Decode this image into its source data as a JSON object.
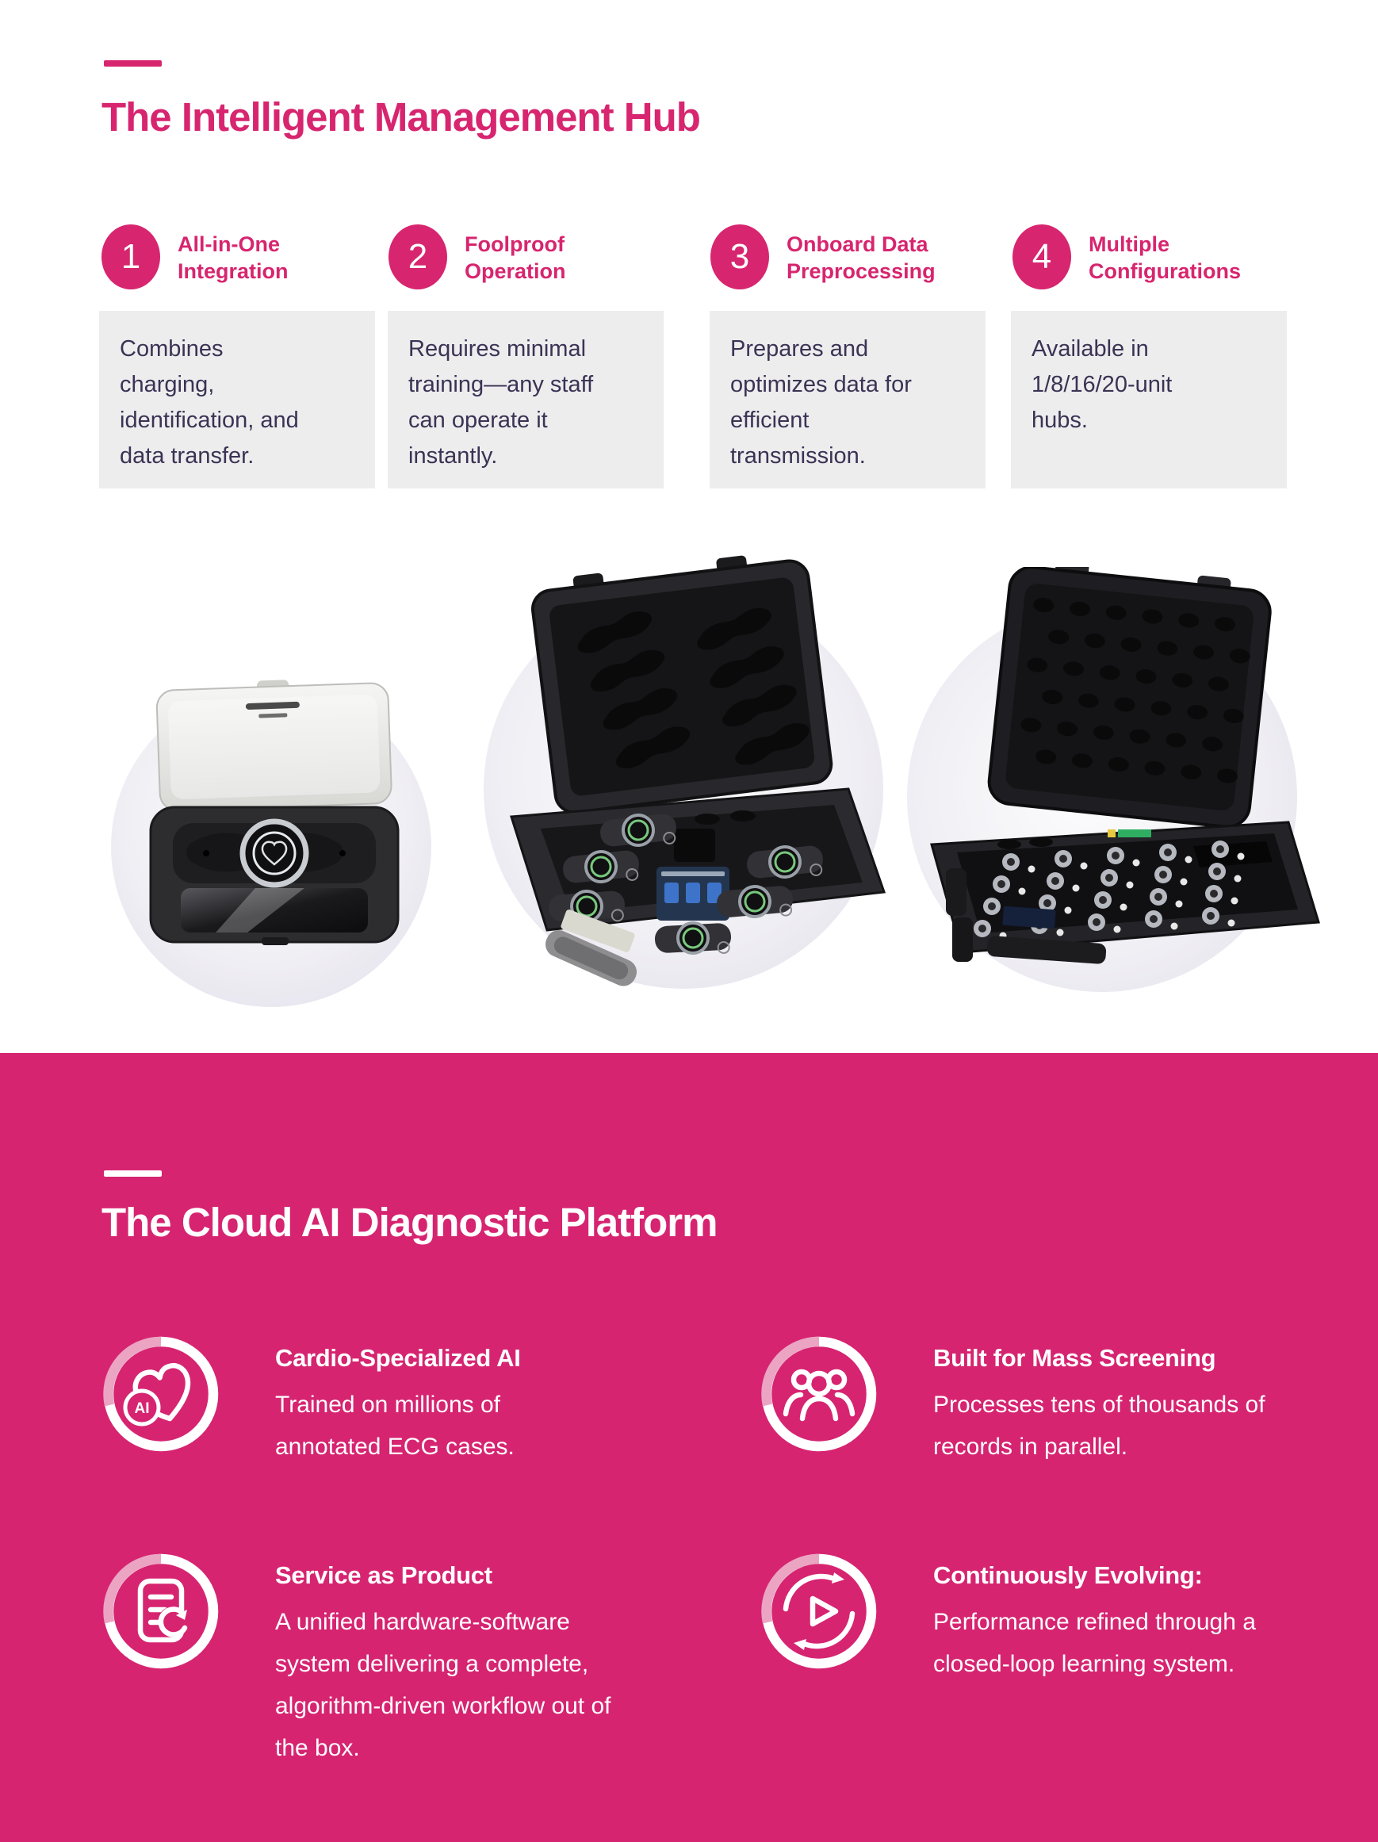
{
  "colors": {
    "brand_pink": "#D7256F",
    "section_pink_bg": "#D62471",
    "card_gray": "#EDEDEE",
    "body_text_dark": "#3B3354",
    "white": "#FFFFFF"
  },
  "hub_section": {
    "title": "The Intelligent Management Hub",
    "features": [
      {
        "number": "1",
        "title_line1": "All-in-One",
        "title_line2": "Integration",
        "description": "Combines charging, identification, and data transfer."
      },
      {
        "number": "2",
        "title_line1": "Foolproof",
        "title_line2": "Operation",
        "description": "Requires minimal training—any staff can operate it instantly."
      },
      {
        "number": "3",
        "title_line1": "Onboard Data",
        "title_line2": "Preprocessing",
        "description": "Prepares and optimizes data for efficient transmission."
      },
      {
        "number": "4",
        "title_line1": "Multiple",
        "title_line2": "Configurations",
        "description": "Available in 1/8/16/20-unit hubs."
      }
    ]
  },
  "cloud_section": {
    "title": "The Cloud AI Diagnostic Platform",
    "features": [
      {
        "icon": "cardio-ai-icon",
        "title": "Cardio-Specialized AI",
        "description": "Trained on millions of annotated ECG cases."
      },
      {
        "icon": "mass-screening-icon",
        "title": "Built for Mass Screening",
        "description": "Processes tens of thousands of records in parallel."
      },
      {
        "icon": "service-as-product-icon",
        "title": "Service as Product",
        "description": "A unified hardware-software system delivering a complete, algorithm-driven workflow out of the box."
      },
      {
        "icon": "continuously-evolving-icon",
        "title": "Continuously Evolving:",
        "description": "Performance refined through a closed-loop learning system."
      }
    ]
  }
}
